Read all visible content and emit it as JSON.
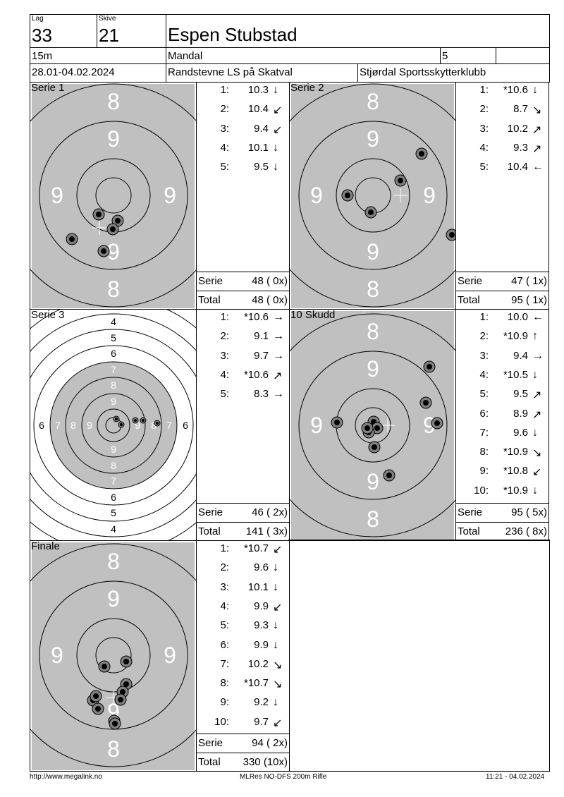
{
  "header": {
    "lag_label": "Lag",
    "lag": "33",
    "skive_label": "Skive",
    "skive": "21",
    "name": "Espen Stubstad",
    "distance": "15m",
    "club_location": "Mandal",
    "class": "5",
    "class2": "",
    "date": "28.01-04.02.2024",
    "event": "Randstevne LS på Skatval",
    "organizer": "Stjørdal Sportsskytterklubb"
  },
  "panels": [
    {
      "title": "Serie 1",
      "shots": [
        {
          "n": "1:",
          "v": "10.3",
          "d": "↓"
        },
        {
          "n": "2:",
          "v": "10.4",
          "d": "↙"
        },
        {
          "n": "3:",
          "v": "9.4",
          "d": "↙"
        },
        {
          "n": "4:",
          "v": "10.1",
          "d": "↓"
        },
        {
          "n": "5:",
          "v": "9.5",
          "d": "↓"
        }
      ],
      "serie_label": "Serie",
      "serie": "48 ( 0x)",
      "total_label": "Total",
      "total": "48 ( 0x)"
    },
    {
      "title": "Serie 2",
      "shots": [
        {
          "n": "1:",
          "v": "*10.6",
          "d": "↓"
        },
        {
          "n": "2:",
          "v": "8.7",
          "d": "↘"
        },
        {
          "n": "3:",
          "v": "10.2",
          "d": "↗"
        },
        {
          "n": "4:",
          "v": "9.3",
          "d": "↗"
        },
        {
          "n": "5:",
          "v": "10.4",
          "d": "←"
        }
      ],
      "serie_label": "Serie",
      "serie": "47 ( 1x)",
      "total_label": "Total",
      "total": "95 ( 1x)"
    },
    {
      "title": "Serie 3",
      "shots": [
        {
          "n": "1:",
          "v": "*10.6",
          "d": "→"
        },
        {
          "n": "2:",
          "v": "9.1",
          "d": "→"
        },
        {
          "n": "3:",
          "v": "9.7",
          "d": "→"
        },
        {
          "n": "4:",
          "v": "*10.6",
          "d": "↗"
        },
        {
          "n": "5:",
          "v": "8.3",
          "d": "→"
        }
      ],
      "serie_label": "Serie",
      "serie": "46 ( 2x)",
      "total_label": "Total",
      "total": "141 ( 3x)"
    },
    {
      "title": "10 Skudd",
      "shots": [
        {
          "n": "1:",
          "v": "10.0",
          "d": "←"
        },
        {
          "n": "2:",
          "v": "*10.9",
          "d": "↑"
        },
        {
          "n": "3:",
          "v": "9.4",
          "d": "→"
        },
        {
          "n": "4:",
          "v": "*10.5",
          "d": "↓"
        },
        {
          "n": "5:",
          "v": "9.5",
          "d": "↗"
        },
        {
          "n": "6:",
          "v": "8.9",
          "d": "↗"
        },
        {
          "n": "7:",
          "v": "9.6",
          "d": "↓"
        },
        {
          "n": "8:",
          "v": "*10.9",
          "d": "↘"
        },
        {
          "n": "9:",
          "v": "*10.8",
          "d": "↙"
        },
        {
          "n": "10:",
          "v": "*10.9",
          "d": "↓"
        }
      ],
      "serie_label": "Serie",
      "serie": "95 ( 5x)",
      "total_label": "Total",
      "total": "236 ( 8x)"
    },
    {
      "title": "Finale",
      "shots": [
        {
          "n": "1:",
          "v": "*10.7",
          "d": "↙"
        },
        {
          "n": "2:",
          "v": "9.6",
          "d": "↓"
        },
        {
          "n": "3:",
          "v": "10.1",
          "d": "↓"
        },
        {
          "n": "4:",
          "v": "9.9",
          "d": "↙"
        },
        {
          "n": "5:",
          "v": "9.3",
          "d": "↓"
        },
        {
          "n": "6:",
          "v": "9.9",
          "d": "↓"
        },
        {
          "n": "7:",
          "v": "10.2",
          "d": "↘"
        },
        {
          "n": "8:",
          "v": "*10.7",
          "d": "↘"
        },
        {
          "n": "9:",
          "v": "9.2",
          "d": "↓"
        },
        {
          "n": "10:",
          "v": "9.7",
          "d": "↙"
        }
      ],
      "serie_label": "Serie",
      "serie": "94 ( 2x)",
      "total_label": "Total",
      "total": "330 (10x)"
    }
  ],
  "ring_labels_large": {
    "outer": "8",
    "inner": "9"
  },
  "ring_labels_zoomed": [
    "9",
    "8",
    "7",
    "6",
    "5",
    "4"
  ],
  "footer": {
    "url": "http://www.megalink.no",
    "software": "MLRes NO-DFS 200m Rifle",
    "timestamp": "11:21 - 04.02.2024"
  },
  "colors": {
    "target_gray": "#c0c0c0",
    "shot": "#000000"
  }
}
